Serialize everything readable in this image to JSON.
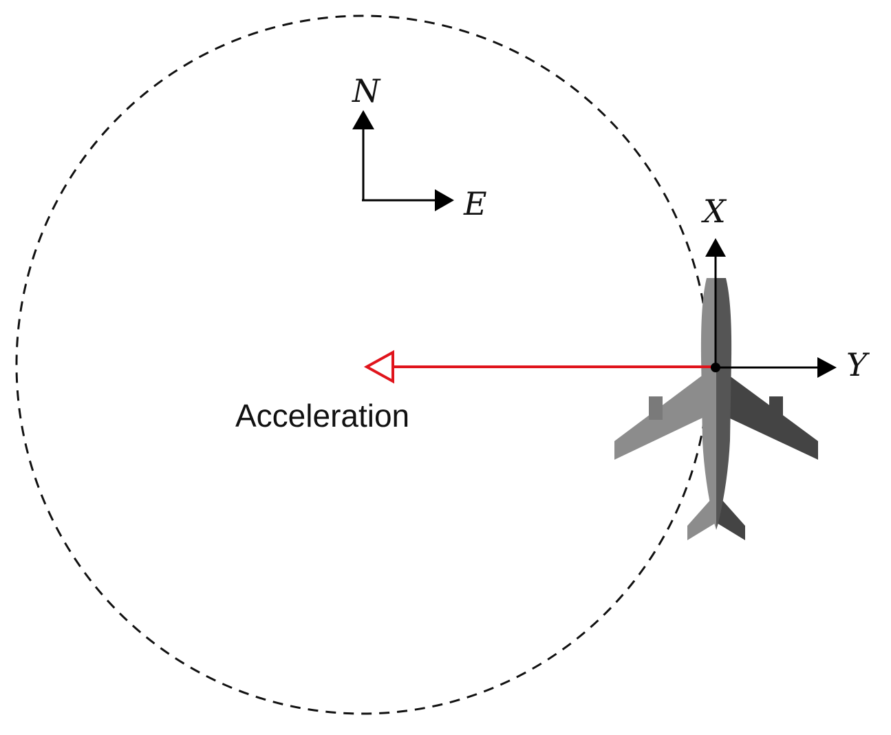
{
  "labels": {
    "north": "N",
    "east": "E",
    "body_x": "X",
    "body_y": "Y",
    "acceleration": "Acceleration"
  },
  "colors": {
    "acceleration_arrow": "#e0141c",
    "axis": "#000000",
    "orbit": "#111111",
    "plane_light": "#8c8c8c",
    "plane_dark": "#444444",
    "plane_body": "#7a7a7a"
  },
  "icons": {
    "aircraft": "airplane-icon"
  }
}
